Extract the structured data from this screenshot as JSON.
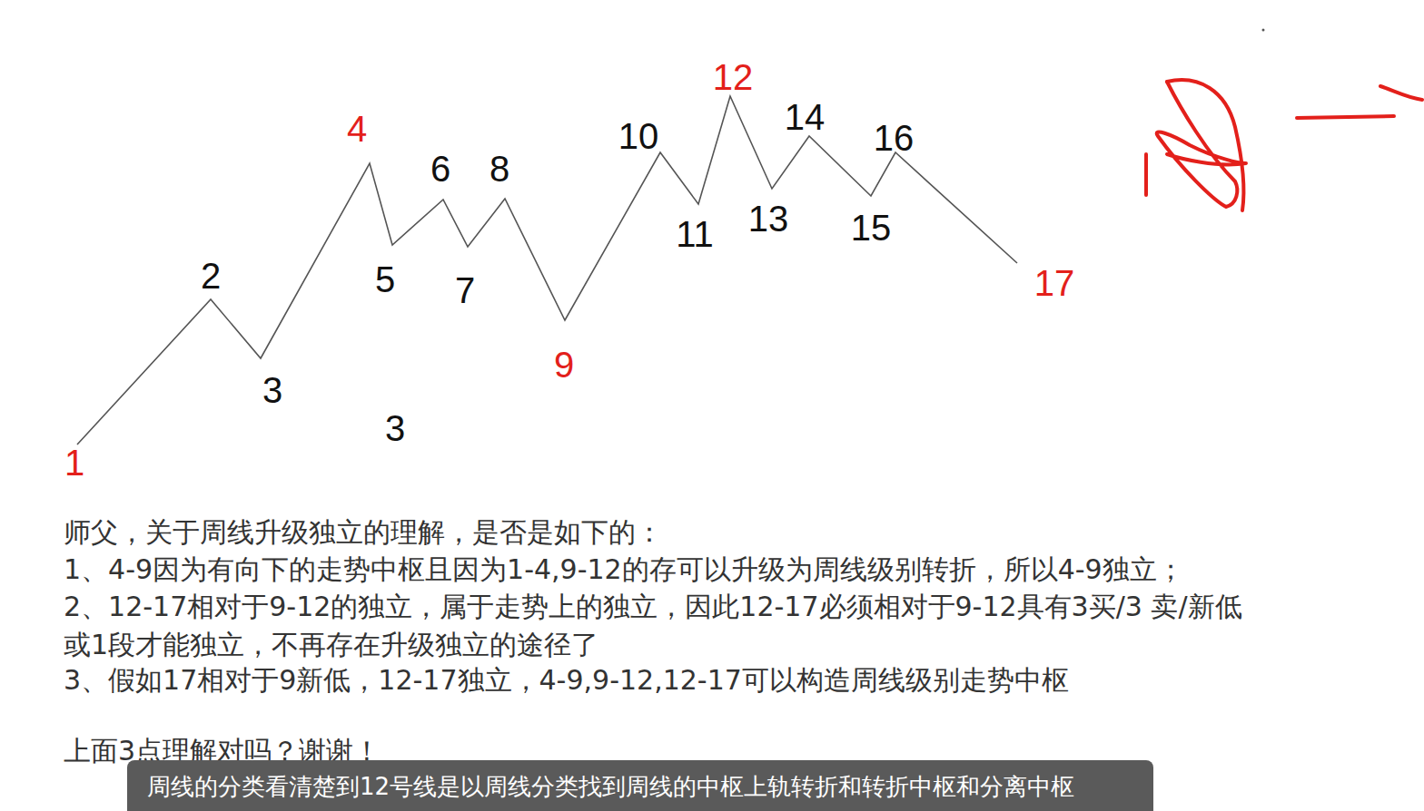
{
  "diagram": {
    "labels": [
      "1",
      "2",
      "3",
      "4",
      "5",
      "6",
      "7",
      "8",
      "9",
      "10",
      "11",
      "12",
      "13",
      "14",
      "15",
      "16",
      "17",
      "3",
      "师父，关于周线升级独立的理解，是否是如下的：",
      "1、4-9因为有向下的走势中枢且因为1-4,9-12的存可以升级为周线级别转折，所以4-9独立；",
      "2、12-17相对于9-12的独立，属于走势上的独立，因此12-17必须相对于9-12具有3买/3 卖/新低或1段才能独立，不再存在升级独立的途径了",
      "3、假如17相对于9新低，12-17独立，4-9,9-12,12-17可以构造周线级别走势中枢",
      "上面3点理解对吗？谢谢！",
      "周线的分类看清楚到12号线是以周线分类找到周线的中枢上轨转折和转折中枢和分离中枢"
    ]
  }
}
